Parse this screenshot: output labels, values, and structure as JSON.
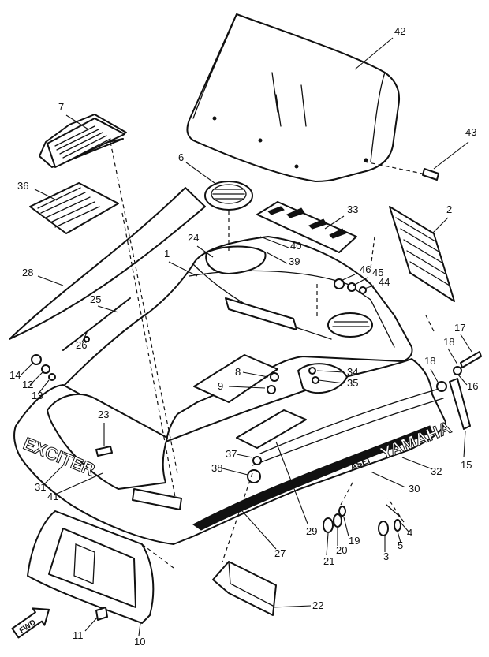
{
  "logo_text": "YAMAHA",
  "model_text": "EXCITER",
  "badge_text": "ASEI",
  "fwd_label": "FWD",
  "callouts": [
    {
      "id": "c1",
      "text": "1"
    },
    {
      "id": "c2",
      "text": "2"
    },
    {
      "id": "c3",
      "text": "3"
    },
    {
      "id": "c4",
      "text": "4"
    },
    {
      "id": "c5",
      "text": "5"
    },
    {
      "id": "c6",
      "text": "6"
    },
    {
      "id": "c7",
      "text": "7"
    },
    {
      "id": "c8",
      "text": "8"
    },
    {
      "id": "c9",
      "text": "9"
    },
    {
      "id": "c10",
      "text": "10"
    },
    {
      "id": "c11",
      "text": "11"
    },
    {
      "id": "c12",
      "text": "12"
    },
    {
      "id": "c13",
      "text": "13"
    },
    {
      "id": "c14",
      "text": "14"
    },
    {
      "id": "c15",
      "text": "15"
    },
    {
      "id": "c16",
      "text": "16"
    },
    {
      "id": "c17",
      "text": "17"
    },
    {
      "id": "c18a",
      "text": "18"
    },
    {
      "id": "c18b",
      "text": "18"
    },
    {
      "id": "c19",
      "text": "19"
    },
    {
      "id": "c20",
      "text": "20"
    },
    {
      "id": "c21",
      "text": "21"
    },
    {
      "id": "c22",
      "text": "22"
    },
    {
      "id": "c23",
      "text": "23"
    },
    {
      "id": "c24",
      "text": "24"
    },
    {
      "id": "c25",
      "text": "25"
    },
    {
      "id": "c26",
      "text": "26"
    },
    {
      "id": "c27",
      "text": "27"
    },
    {
      "id": "c28",
      "text": "28"
    },
    {
      "id": "c29",
      "text": "29"
    },
    {
      "id": "c30",
      "text": "30"
    },
    {
      "id": "c31",
      "text": "31"
    },
    {
      "id": "c32",
      "text": "32"
    },
    {
      "id": "c33",
      "text": "33"
    },
    {
      "id": "c34",
      "text": "34"
    },
    {
      "id": "c35",
      "text": "35"
    },
    {
      "id": "c36",
      "text": "36"
    },
    {
      "id": "c37",
      "text": "37"
    },
    {
      "id": "c38",
      "text": "38"
    },
    {
      "id": "c39",
      "text": "39"
    },
    {
      "id": "c40",
      "text": "40"
    },
    {
      "id": "c41",
      "text": "41"
    },
    {
      "id": "c42",
      "text": "42"
    },
    {
      "id": "c43",
      "text": "43"
    },
    {
      "id": "c44",
      "text": "44"
    },
    {
      "id": "c45",
      "text": "45"
    },
    {
      "id": "c46",
      "text": "46"
    }
  ]
}
